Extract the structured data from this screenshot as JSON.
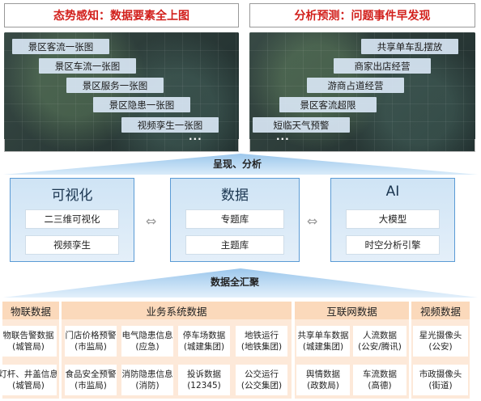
{
  "top": {
    "left_title": "态势感知：数据要素全上图",
    "right_title": "分析预测：问题事件早发现",
    "left_tags": [
      "景区客流一张图",
      "景区车流一张图",
      "景区服务一张图",
      "景区隐患一张图",
      "视频孪生一张图"
    ],
    "right_tags": [
      "共享单车乱摆放",
      "商家出店经营",
      "游商占道经营",
      "景区客流超限",
      "短临天气预警"
    ],
    "ellipsis": "..."
  },
  "middle": {
    "present_label": "呈现、分析",
    "boxes": [
      {
        "title": "可视化",
        "items": [
          "二三维可视化",
          "视频孪生"
        ]
      },
      {
        "title": "数据",
        "items": [
          "专题库",
          "主题库"
        ]
      },
      {
        "title": "AI",
        "items": [
          "大模型",
          "时空分析引擎"
        ]
      }
    ],
    "arrow": "⇔",
    "gather_label": "数据全汇聚"
  },
  "sources": {
    "heads": [
      "物联数据",
      "业务系统数据",
      "互联网数据",
      "视频数据"
    ],
    "cells": [
      [
        "物联告警数据",
        "(城管局)"
      ],
      [
        "门店价格预警",
        "(市监局)"
      ],
      [
        "电气隐患信息",
        "(应急)"
      ],
      [
        "停车场数据",
        "(城建集团)"
      ],
      [
        "地铁运行",
        "(地铁集团)"
      ],
      [
        "共享单车数据",
        "(城建集团)"
      ],
      [
        "人流数据",
        "(公安/腾讯)"
      ],
      [
        "星光摄像头",
        "(公安)"
      ],
      [
        "灯杆、井盖信息",
        "(城管局)"
      ],
      [
        "食品安全预警",
        "(市监局)"
      ],
      [
        "消防隐患信息",
        "(消防)"
      ],
      [
        "投诉数据",
        "(12345)"
      ],
      [
        "公交运行",
        "(公交集团)"
      ],
      [
        "舆情数据",
        "(政数局)"
      ],
      [
        "车流数据",
        "(高德)"
      ],
      [
        "市政摄像头",
        "(街道)"
      ]
    ]
  }
}
